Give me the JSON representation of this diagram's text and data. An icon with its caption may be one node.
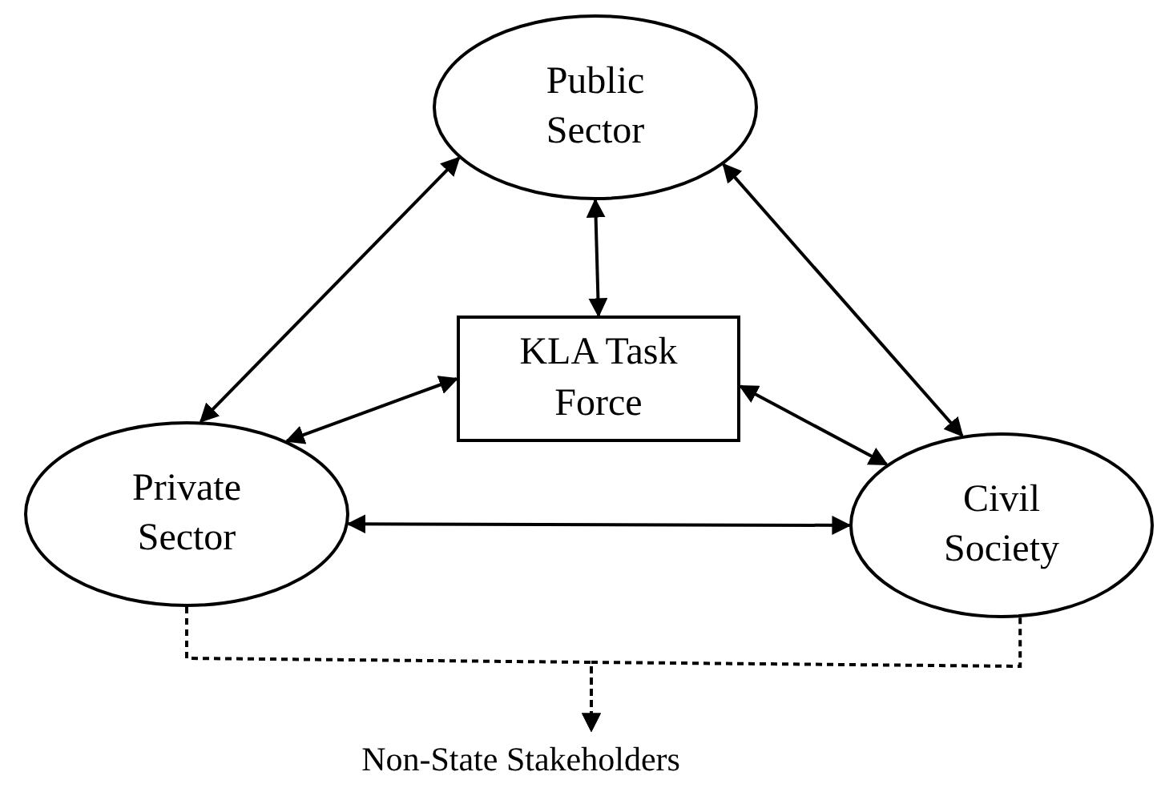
{
  "diagram": {
    "nodes": [
      {
        "text": [
          "Public Sector"
        ]
      },
      {
        "text": [
          "KLA Task Force"
        ]
      },
      {
        "text": [
          "Private Sector"
        ]
      },
      {
        "text": [
          "Civil Society"
        ]
      },
      {
        "text": [
          "Non-State Stakeholders"
        ]
      }
    ],
    "edges": [
      {
        "from": 0,
        "to": 2,
        "arrow": "both"
      },
      {
        "from": 0,
        "to": 3,
        "arrow": "both"
      },
      {
        "from": 1,
        "to": 0,
        "arrow": "both"
      },
      {
        "from": 1,
        "to": 2,
        "arrow": "both"
      },
      {
        "from": 1,
        "to": 3,
        "arrow": "both"
      },
      {
        "from": 2,
        "to": 3,
        "arrow": "both"
      },
      {
        "from": 2,
        "to": 4,
        "arrow": "to",
        "style": "dashed"
      },
      {
        "from": 3,
        "to": 4,
        "arrow": "to",
        "style": "dashed"
      }
    ]
  }
}
